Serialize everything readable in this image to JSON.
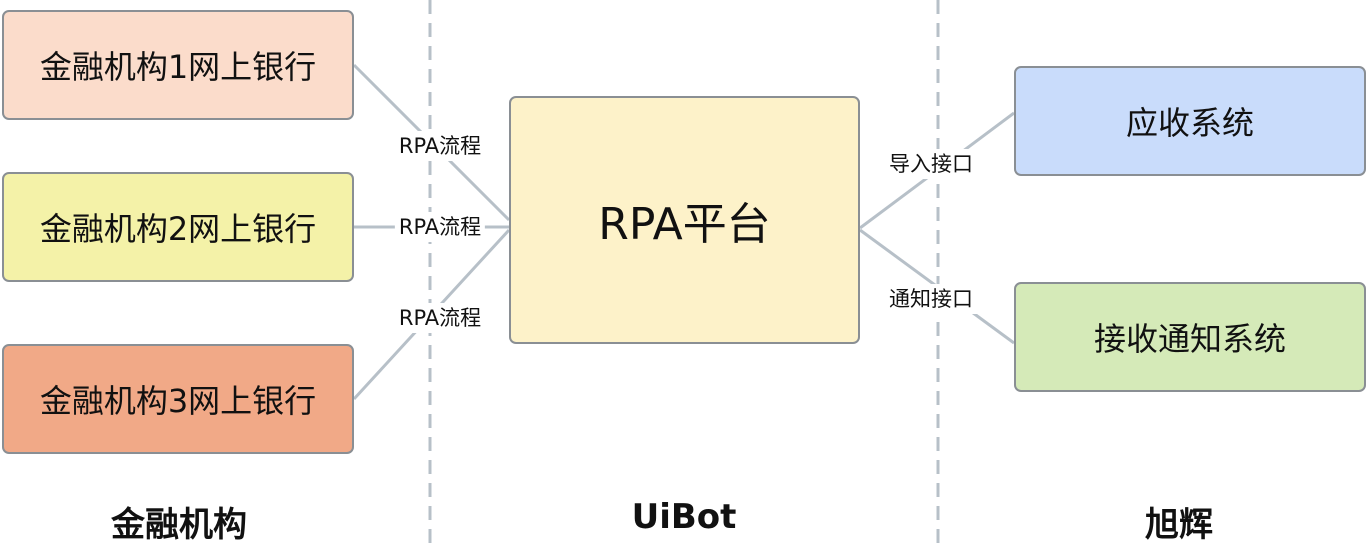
{
  "columns": {
    "left": "金融机构",
    "middle": "UiBot",
    "right": "旭辉"
  },
  "nodes": {
    "bank1": "金融机构1网上银行",
    "bank2": "金融机构2网上银行",
    "bank3": "金融机构3网上银行",
    "platform": "RPA平台",
    "ar_system": "应收系统",
    "notify_system": "接收通知系统"
  },
  "edges": {
    "rpa_flow_1": "RPA流程",
    "rpa_flow_2": "RPA流程",
    "rpa_flow_3": "RPA流程",
    "import_api": "导入接口",
    "notify_api": "通知接口"
  },
  "colors": {
    "line": "#b7c0c8",
    "divider": "#b7c0c8",
    "bank1": "#fbdccb",
    "bank2": "#f4f2a8",
    "bank3": "#f1a987",
    "platform": "#fdf2c9",
    "ar_system": "#c9dcfb",
    "notify_system": "#d5eab8"
  }
}
